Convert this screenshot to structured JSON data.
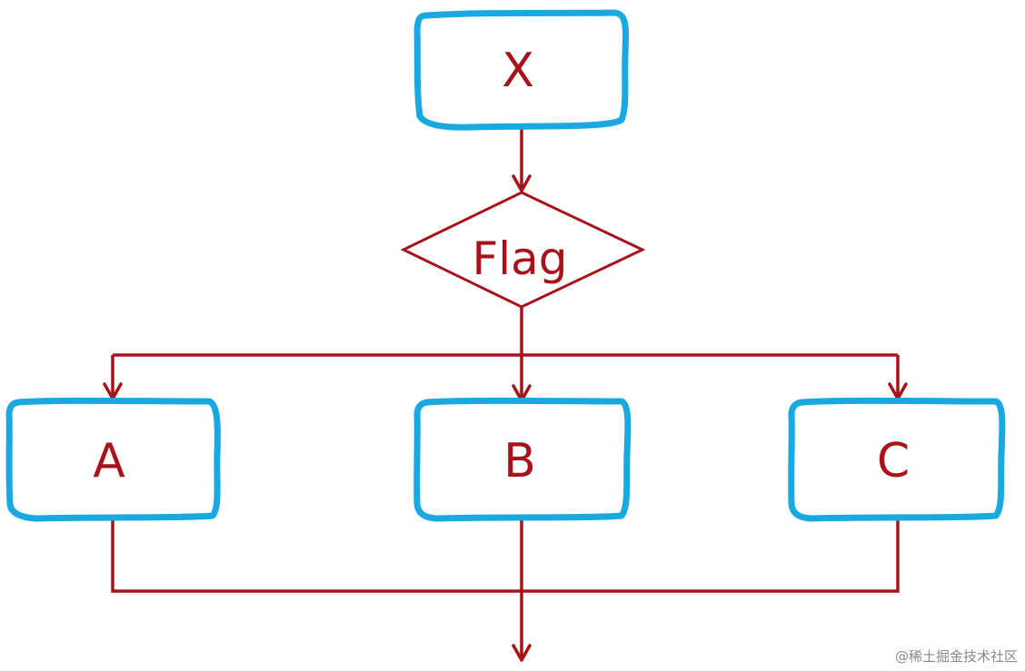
{
  "nodes": {
    "x": "X",
    "flag": "Flag",
    "a": "A",
    "b": "B",
    "c": "C"
  },
  "watermark": "@稀土掘金技术社区",
  "colors": {
    "box_stroke": "#1aa8e0",
    "line": "#a8121a",
    "text": "#a8121a"
  }
}
